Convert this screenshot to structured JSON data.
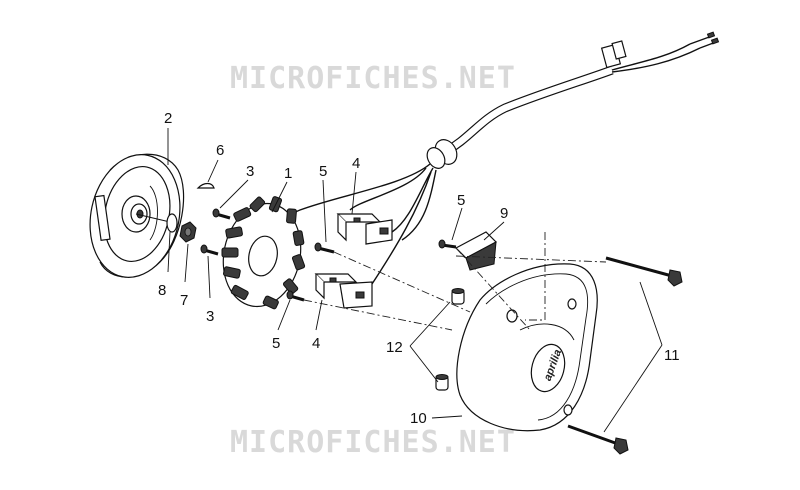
{
  "watermarks": [
    "MICROFICHES.NET",
    "MICROFICHES.NET"
  ],
  "brand_text": "aprilia",
  "callouts": [
    {
      "id": "label-2",
      "text": "2"
    },
    {
      "id": "label-6",
      "text": "6"
    },
    {
      "id": "label-3-top",
      "text": "3"
    },
    {
      "id": "label-1",
      "text": "1"
    },
    {
      "id": "label-5-top",
      "text": "5"
    },
    {
      "id": "label-4-top",
      "text": "4"
    },
    {
      "id": "label-5-right",
      "text": "5"
    },
    {
      "id": "label-9",
      "text": "9"
    },
    {
      "id": "label-8",
      "text": "8"
    },
    {
      "id": "label-7",
      "text": "7"
    },
    {
      "id": "label-3-bottom",
      "text": "3"
    },
    {
      "id": "label-5-bottom",
      "text": "5"
    },
    {
      "id": "label-4-bottom",
      "text": "4"
    },
    {
      "id": "label-12",
      "text": "12"
    },
    {
      "id": "label-11",
      "text": "11"
    },
    {
      "id": "label-10",
      "text": "10"
    }
  ]
}
